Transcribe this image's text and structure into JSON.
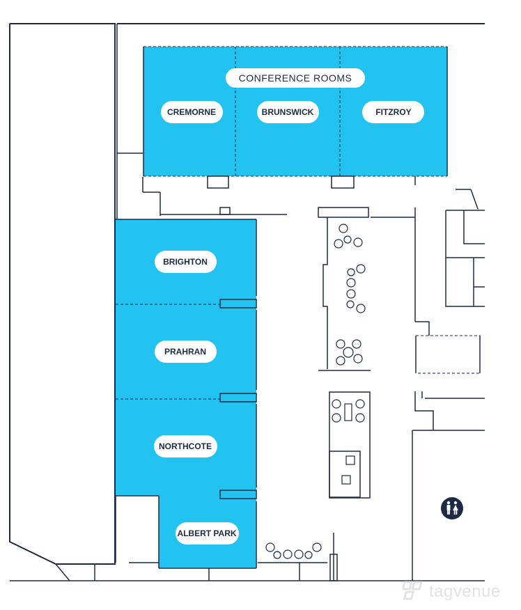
{
  "colors": {
    "room_fill": "#22c2f1",
    "wall": "#1c2a44",
    "label_bg": "#ffffff",
    "watermark": "#e3e3e3"
  },
  "conference": {
    "group_label": "CONFERENCE ROOMS",
    "rooms": [
      "CREMORNE",
      "BRUNSWICK",
      "FITZROY"
    ]
  },
  "side_rooms": [
    "BRIGHTON",
    "PRAHRAN",
    "NORTHCOTE",
    "ALBERT PARK"
  ],
  "amenities": {
    "restroom_icon": "restroom-icon"
  },
  "watermark": {
    "text": "tagvenue",
    "logo_icon": "tagvenue-logo-icon"
  }
}
